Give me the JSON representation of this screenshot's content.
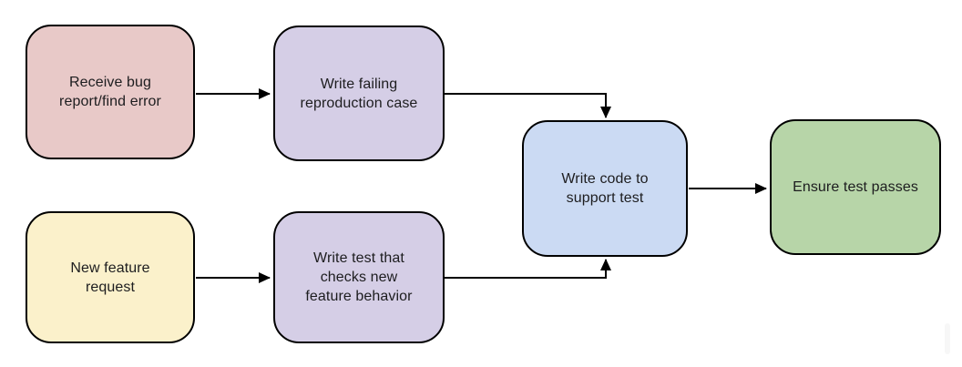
{
  "diagram": {
    "type": "flowchart",
    "background_color": "#ffffff",
    "stroke_color": "#000000",
    "text_color": "#1d1d1f",
    "nodes": [
      {
        "id": "receive-bug-report",
        "label": "Receive bug\nreport/find error",
        "fill": "#e8c9c8"
      },
      {
        "id": "write-failing-reproduction-case",
        "label": "Write failing\nreproduction case",
        "fill": "#d5cee6"
      },
      {
        "id": "new-feature-request",
        "label": "New feature\nrequest",
        "fill": "#fbf1cb"
      },
      {
        "id": "write-test-checks-new-feature",
        "label": "Write test that\nchecks new\nfeature behavior",
        "fill": "#d5cee6"
      },
      {
        "id": "write-code-to-support-test",
        "label": "Write code to\nsupport test",
        "fill": "#cbdaf3"
      },
      {
        "id": "ensure-test-passes",
        "label": "Ensure test passes",
        "fill": "#b7d5a8"
      }
    ],
    "edges": [
      {
        "from": "receive-bug-report",
        "to": "write-failing-reproduction-case"
      },
      {
        "from": "write-failing-reproduction-case",
        "to": "write-code-to-support-test"
      },
      {
        "from": "new-feature-request",
        "to": "write-test-checks-new-feature"
      },
      {
        "from": "write-test-checks-new-feature",
        "to": "write-code-to-support-test"
      },
      {
        "from": "write-code-to-support-test",
        "to": "ensure-test-passes"
      }
    ]
  }
}
